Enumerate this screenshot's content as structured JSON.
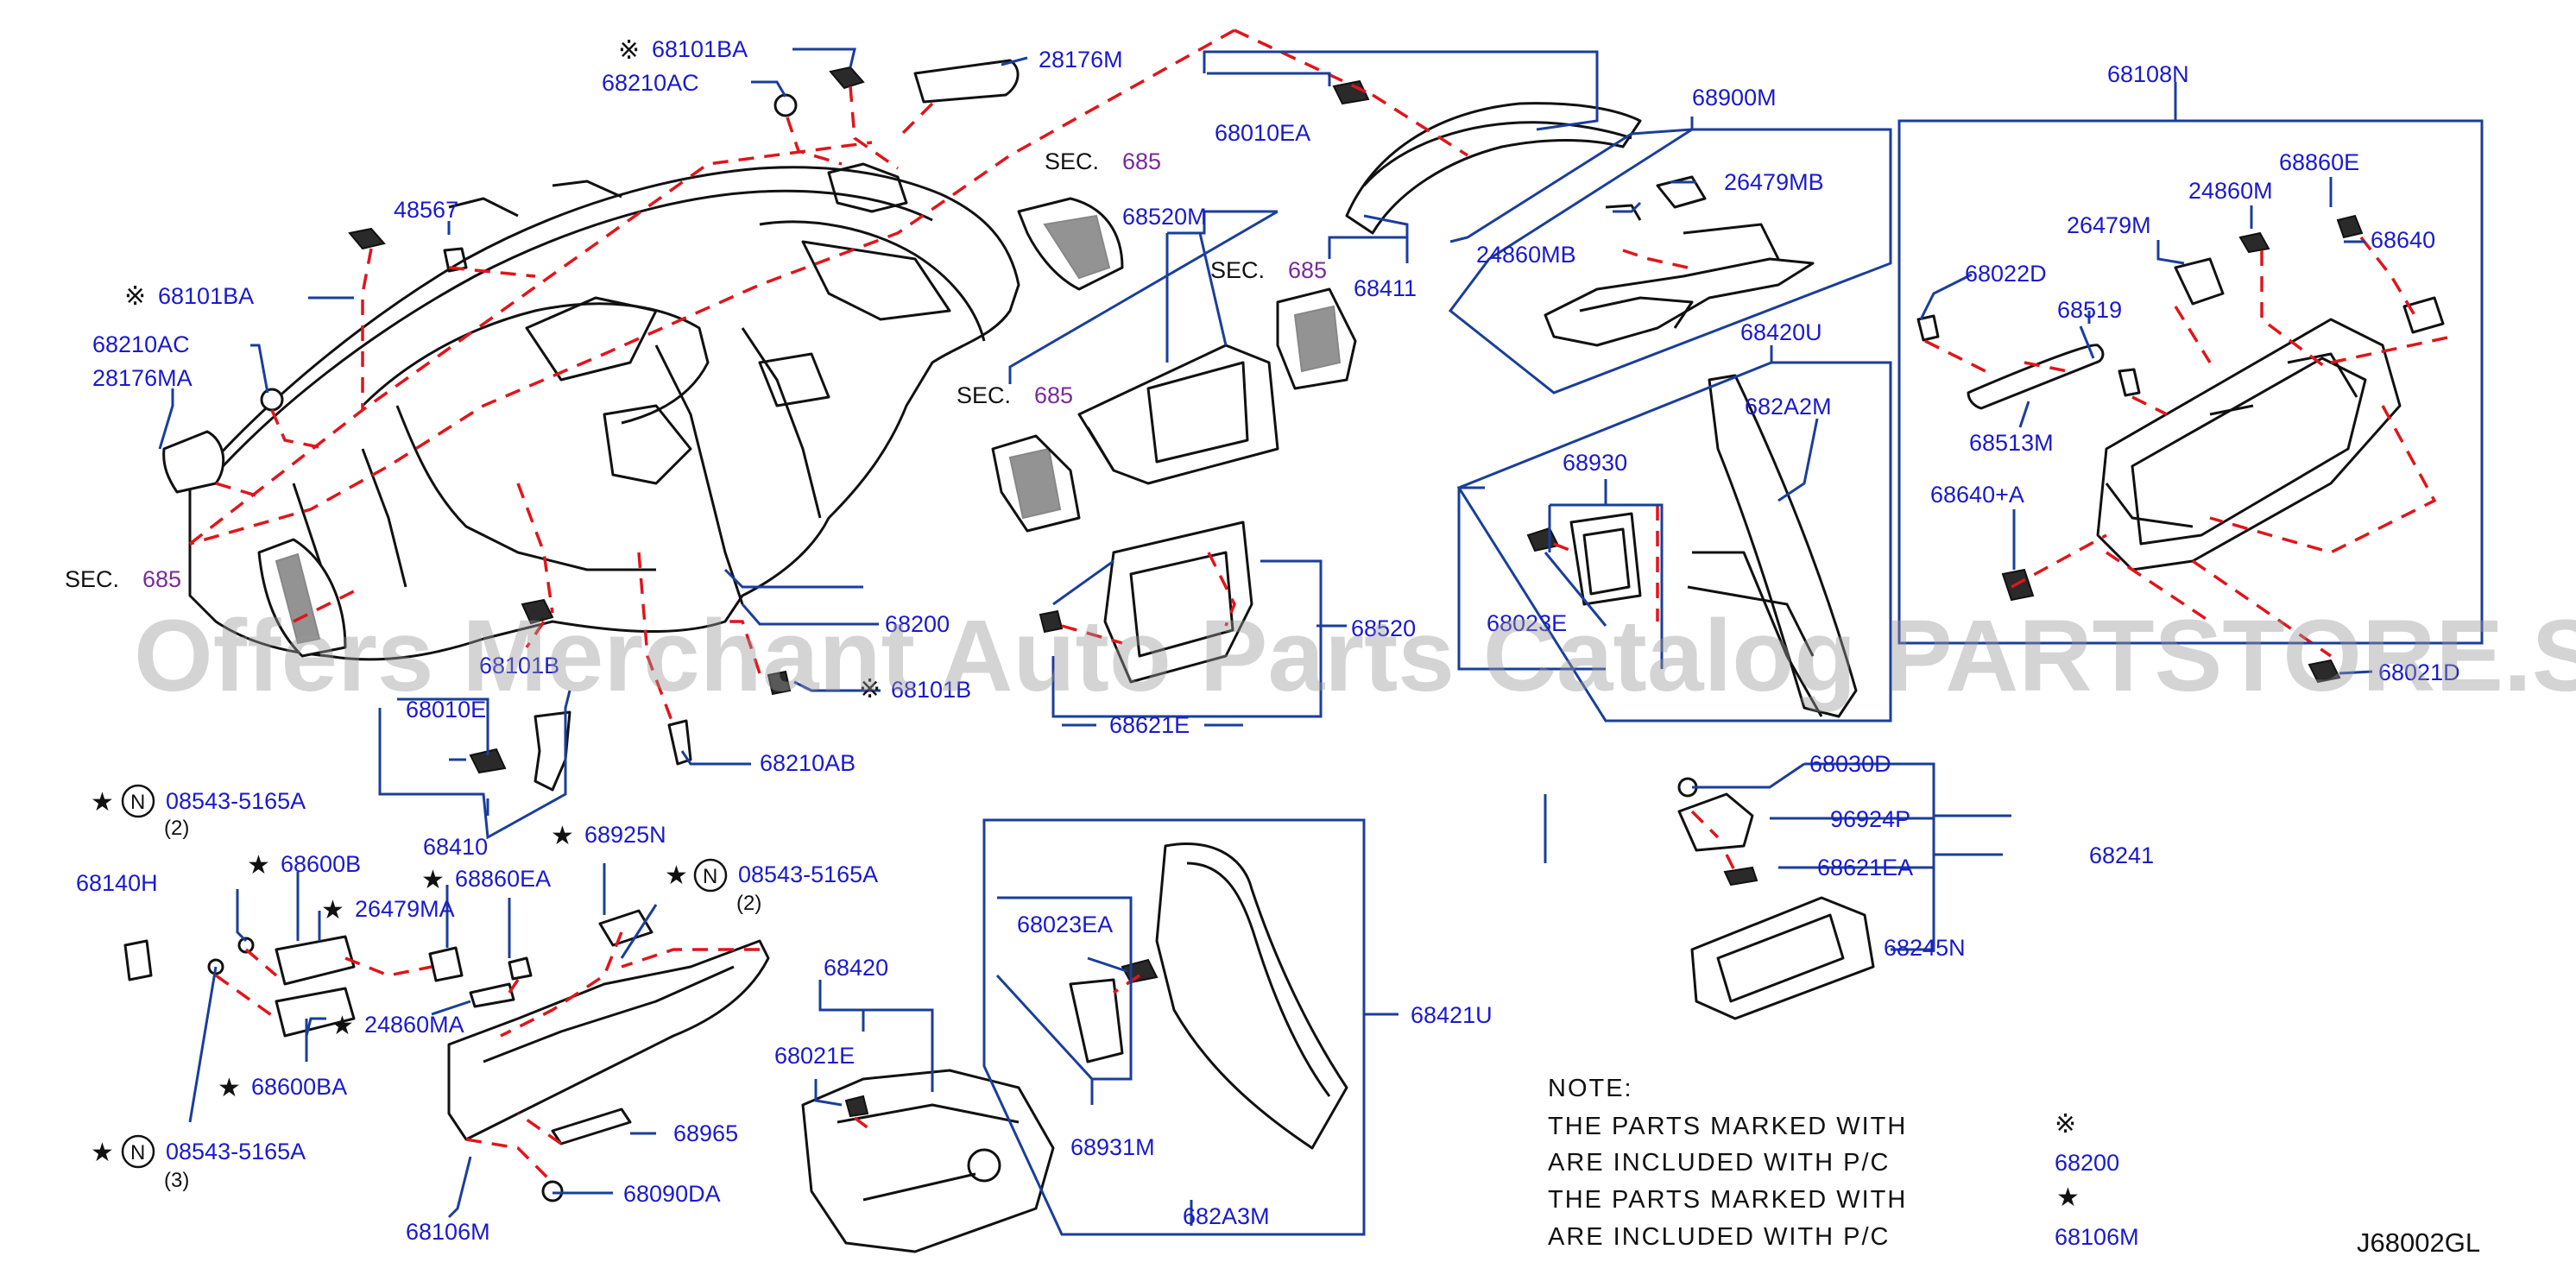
{
  "labels": {
    "p68101BA_top": "68101BA",
    "p68210AC_top": "68210AC",
    "p28176M": "28176M",
    "p48567": "48567",
    "p68101BA_left": "68101BA",
    "p68210AC_left": "68210AC",
    "p28176MA": "28176MA",
    "p68520M": "68520M",
    "p68010EA": "68010EA",
    "p68411": "68411",
    "p68900M": "68900M",
    "p26479MB": "26479MB",
    "p24860MB": "24860MB",
    "p68420U": "68420U",
    "p682A2M": "682A2M",
    "p68930": "68930",
    "p68023E": "68023E",
    "p68108N": "68108N",
    "p68860E": "68860E",
    "p26479M": "26479M",
    "p24860M": "24860M",
    "p68640": "68640",
    "p68022D": "68022D",
    "p68519": "68519",
    "p68513M": "68513M",
    "p68640A": "68640+A",
    "p68021D_partial": "68021D",
    "p68200": "68200",
    "p68101B_left": "68101B",
    "p68101B_mid": "68101B",
    "p68010E": "68010E",
    "p68410": "68410",
    "p68210AB": "68210AB",
    "p68520_partial": "68520",
    "p68621E": "68621E",
    "p68030D": "68030D",
    "p96924P": "96924P",
    "p68621EA": "68621EA",
    "p68241": "68241",
    "p68245N": "68245N",
    "p08543_1": "08543-5165A",
    "p08543_1_qty": "(2)",
    "p68140H": "68140H",
    "p68600B": "68600B",
    "p26479MA": "26479MA",
    "p24860MA": "24860MA",
    "p68600BA": "68600BA",
    "p08543_3": "08543-5165A",
    "p08543_3_qty": "(3)",
    "p68860EA": "68860EA",
    "p68925N": "68925N",
    "p08543_2": "08543-5165A",
    "p08543_2_qty": "(2)",
    "p68965": "68965",
    "p68090DA": "68090DA",
    "p68106M": "68106M",
    "p68420": "68420",
    "p68021E": "68021E",
    "p68023EA": "68023EA",
    "p68931M": "68931M",
    "p682A3M": "682A3M",
    "p68421U": "68421U",
    "sec_word": "SEC.",
    "sec_num": "685"
  },
  "marks": {
    "kome": "※",
    "star": "★",
    "n_circle": "N"
  },
  "note": {
    "title": "NOTE:",
    "line1": "THE  PARTS  MARKED  WITH",
    "line2": "ARE  INCLUDED  WITH  P/C",
    "line3": "THE  PARTS  MARKED  WITH",
    "line4": "ARE  INCLUDED  WITH  P/C",
    "ref1": "68200",
    "ref2": "68106M"
  },
  "diagram_code": "J68002GL",
  "watermark": "Offers Merchant Auto Parts Catalog PARTSTORE.SA",
  "colors": {
    "label_blue": "#1a1acc",
    "leader_blue": "#1a3e9a",
    "dash_red": "#e0151b",
    "sec_purple": "#7a2a9a"
  }
}
